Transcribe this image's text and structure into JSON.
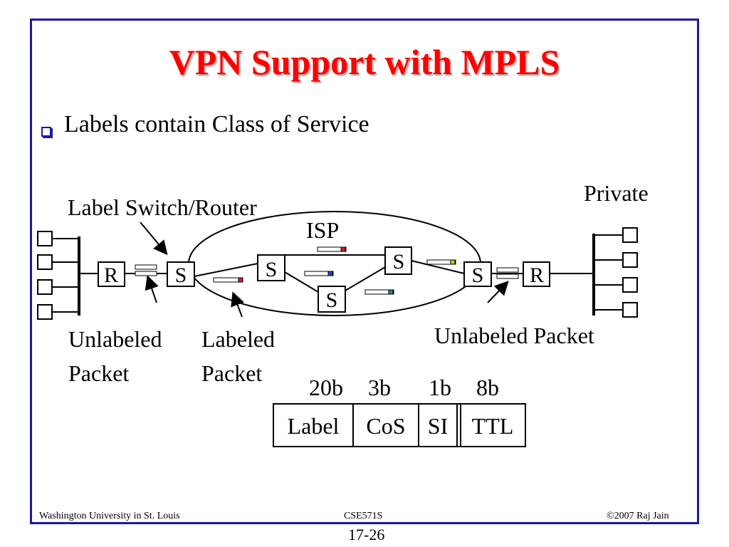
{
  "slide": {
    "title": "VPN Support with MPLS",
    "bullet": "Labels contain Class of Service"
  },
  "diagram": {
    "private_label": "Private",
    "lsr_label": "Label Switch/Router",
    "isp_label": "ISP",
    "unlabeled_left": "Unlabeled\nPacket",
    "labeled": "Labeled\nPacket",
    "unlabeled_right": "Unlabeled Packet",
    "router_left": "R",
    "router_right": "R",
    "switch_left": "S",
    "switch_mid_top": "S",
    "switch_mid_bottom": "S",
    "switch_top_right": "S",
    "switch_right": "S"
  },
  "header_format": {
    "bit_widths": [
      "20b",
      "3b",
      "1b",
      "8b"
    ],
    "fields": [
      "Label",
      "CoS",
      "SI",
      "TTL"
    ]
  },
  "footer": {
    "left": "Washington University in St. Louis",
    "center": "CSE571S",
    "right": "©2007 Raj Jain",
    "page": "17-26"
  },
  "colors": {
    "title": "#ff0000",
    "frame": "#1a1aa6",
    "packet_red": "#cc2222",
    "packet_blue": "#2244cc",
    "packet_teal": "#228888",
    "packet_yellow": "#cccc22"
  }
}
